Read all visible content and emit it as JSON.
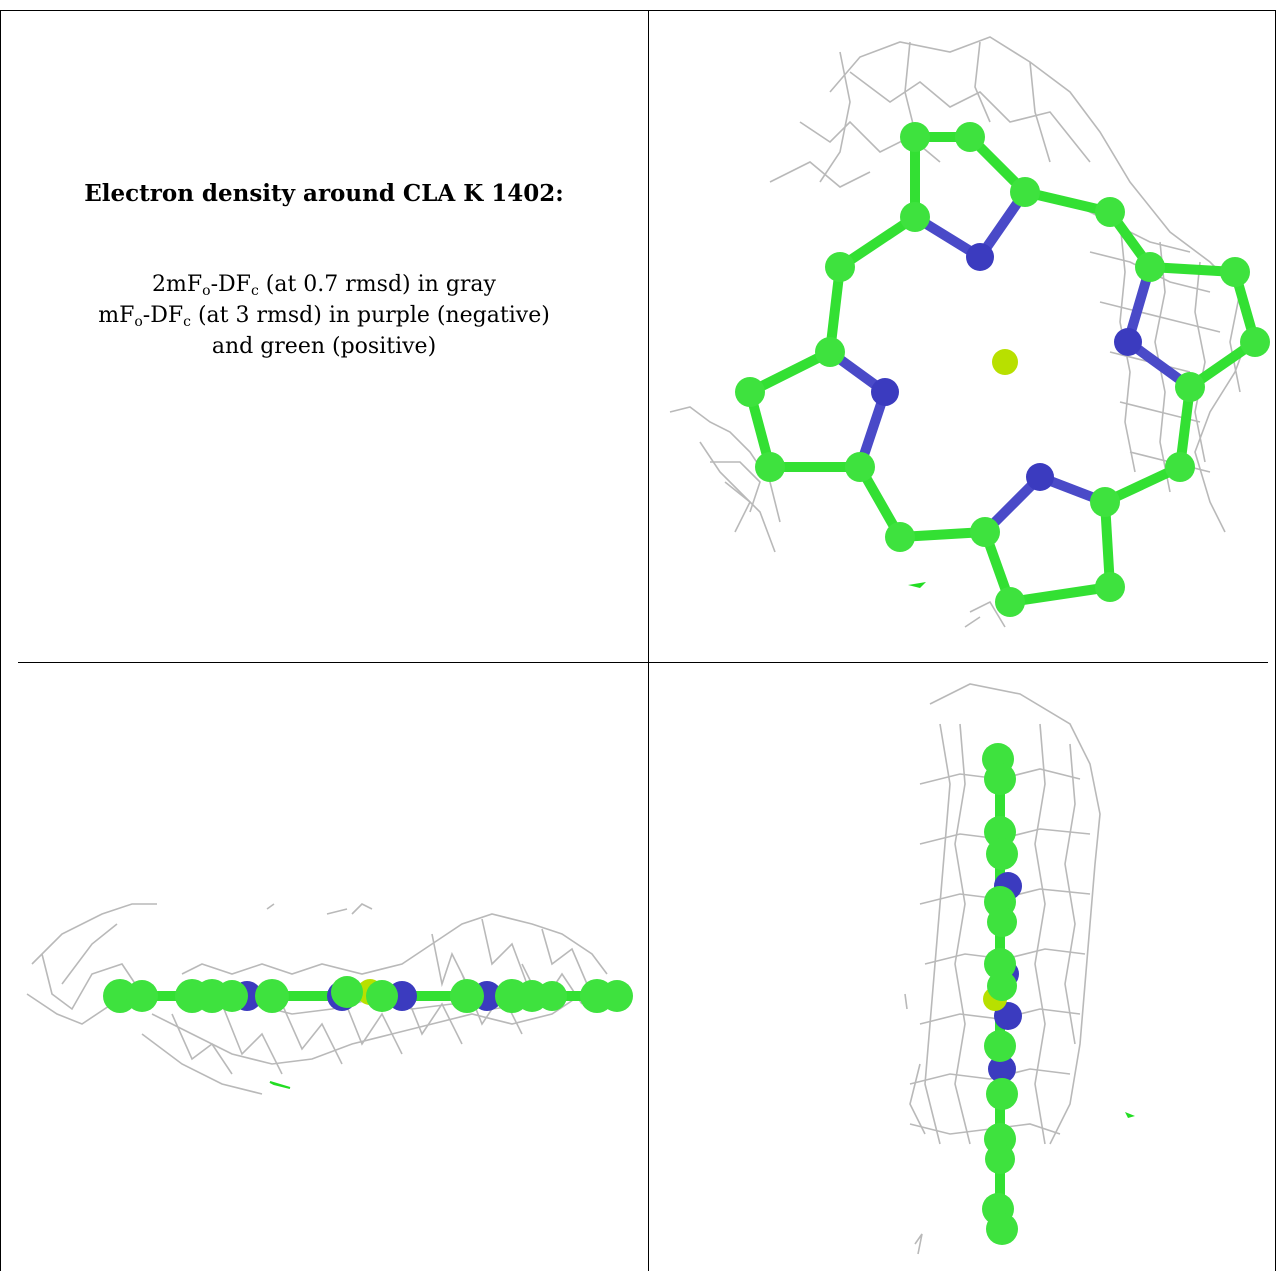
{
  "caption": {
    "title": "Electron density around CLA K 1402:",
    "map1_prefix": "2mF",
    "map1_sub1": "o",
    "map1_mid": "-DF",
    "map1_sub2": "c",
    "map1_suffix": " (at 0.7 rmsd) in gray",
    "map2_prefix": "mF",
    "map2_sub1": "o",
    "map2_mid": "-DF",
    "map2_sub2": "c",
    "map2_suffix": " (at 3 rmsd) in purple (negative)",
    "map2_line2": "and green (positive)"
  },
  "colors": {
    "carbon": "#3ee23e",
    "nitrogen": "#3b3bbf",
    "magnesium": "#b8e000",
    "mesh_2fofc": "#b9b9b9",
    "diff_positive": "#22dd22"
  },
  "panels": [
    {
      "name": "top-view",
      "icon": "chlorophyll-ring-face-on"
    },
    {
      "name": "side-view",
      "icon": "chlorophyll-ring-edge-on-horizontal"
    },
    {
      "name": "end-view",
      "icon": "chlorophyll-ring-edge-on-vertical"
    }
  ]
}
